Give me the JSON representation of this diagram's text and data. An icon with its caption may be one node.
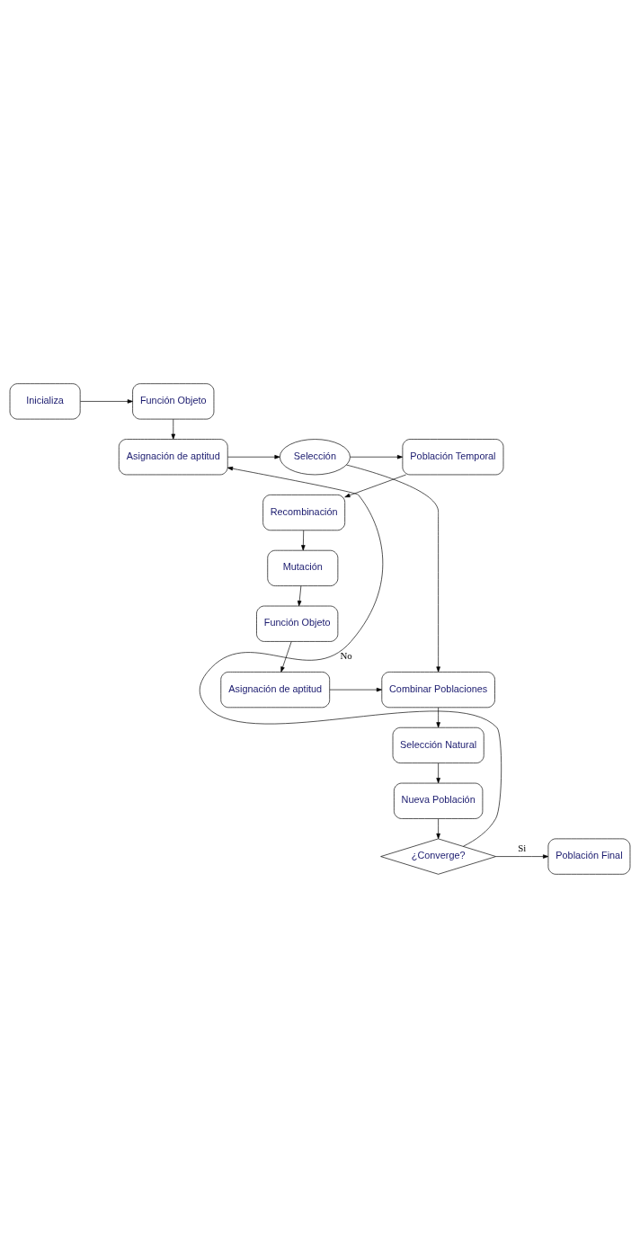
{
  "diagram": {
    "nodes": [
      {
        "text": [
          "Inicializa"
        ]
      },
      {
        "text": [
          "Función Objeto"
        ]
      },
      {
        "text": [
          "Asignación de aptitud"
        ]
      },
      {
        "text": [
          "Selección"
        ]
      },
      {
        "text": [
          "Población Temporal"
        ]
      },
      {
        "text": [
          "Recombinación"
        ]
      },
      {
        "text": [
          "Mutación"
        ]
      },
      {
        "text": [
          "Función Objeto"
        ]
      },
      {
        "text": [
          "Asignación de aptitud"
        ]
      },
      {
        "text": [
          "Combinar Poblaciones"
        ]
      },
      {
        "text": [
          "Selección Natural"
        ]
      },
      {
        "text": [
          "Nueva Población"
        ]
      },
      {
        "text": [
          "¿Converge?"
        ]
      },
      {
        "text": [
          "Población Final"
        ]
      }
    ],
    "edges": [
      {
        "from": 0,
        "to": 1,
        "arrow": "to"
      },
      {
        "from": 1,
        "to": 2,
        "arrow": "to"
      },
      {
        "from": 2,
        "to": 3,
        "arrow": "to"
      },
      {
        "from": 3,
        "to": 4,
        "arrow": "to"
      },
      {
        "from": 4,
        "to": 5,
        "arrow": "to"
      },
      {
        "from": 5,
        "to": 6,
        "arrow": "to"
      },
      {
        "from": 6,
        "to": 7,
        "arrow": "to"
      },
      {
        "from": 7,
        "to": 8,
        "arrow": "to"
      },
      {
        "from": 8,
        "to": 9,
        "arrow": "to"
      },
      {
        "from": 3,
        "to": 9,
        "arrow": "to"
      },
      {
        "from": 9,
        "to": 10,
        "arrow": "to"
      },
      {
        "from": 10,
        "to": 11,
        "arrow": "to"
      },
      {
        "from": 11,
        "to": 12,
        "arrow": "to"
      },
      {
        "from": 12,
        "to": 13,
        "label": "Si",
        "arrow": "to"
      },
      {
        "from": 12,
        "to": 2,
        "label": "No",
        "arrow": "to"
      }
    ]
  }
}
